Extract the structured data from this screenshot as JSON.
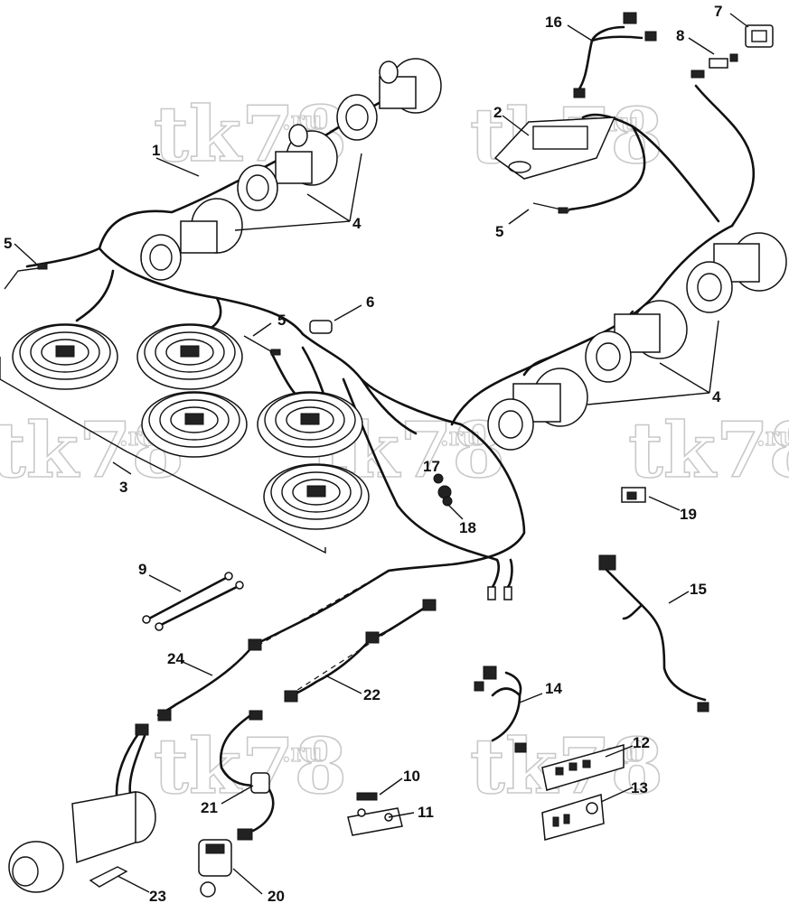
{
  "watermark": {
    "text": "tk78",
    "suffix": ".ru"
  },
  "callouts": [
    {
      "id": "c1",
      "text": "1"
    },
    {
      "id": "c2",
      "text": "2"
    },
    {
      "id": "c3",
      "text": "3"
    },
    {
      "id": "c4a",
      "text": "4"
    },
    {
      "id": "c4b",
      "text": "4"
    },
    {
      "id": "c5a",
      "text": "5"
    },
    {
      "id": "c5b",
      "text": "5"
    },
    {
      "id": "c5c",
      "text": "5"
    },
    {
      "id": "c6",
      "text": "6"
    },
    {
      "id": "c7",
      "text": "7"
    },
    {
      "id": "c8",
      "text": "8"
    },
    {
      "id": "c9",
      "text": "9"
    },
    {
      "id": "c10",
      "text": "10"
    },
    {
      "id": "c11",
      "text": "11"
    },
    {
      "id": "c12",
      "text": "12"
    },
    {
      "id": "c13",
      "text": "13"
    },
    {
      "id": "c14",
      "text": "14"
    },
    {
      "id": "c15",
      "text": "15"
    },
    {
      "id": "c16",
      "text": "16"
    },
    {
      "id": "c17",
      "text": "17"
    },
    {
      "id": "c18",
      "text": "18"
    },
    {
      "id": "c19",
      "text": "19"
    },
    {
      "id": "c20",
      "text": "20"
    },
    {
      "id": "c21",
      "text": "21"
    },
    {
      "id": "c22",
      "text": "22"
    },
    {
      "id": "c23",
      "text": "23"
    },
    {
      "id": "c24",
      "text": "24"
    }
  ]
}
